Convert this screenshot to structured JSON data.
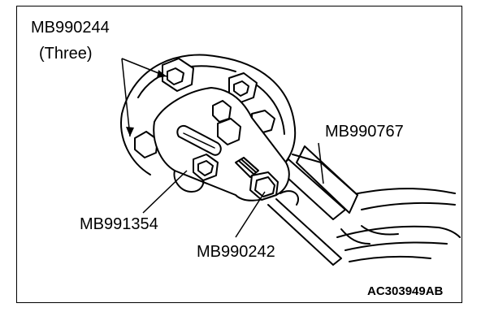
{
  "labels": {
    "tool_a": "MB990244",
    "tool_a_qty": "(Three)",
    "tool_b": "MB990767",
    "tool_c": "MB991354",
    "tool_d": "MB990242",
    "figure_code": "AC303949AB"
  }
}
